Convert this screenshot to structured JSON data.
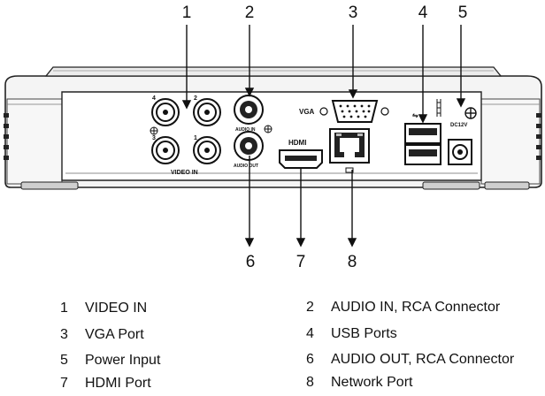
{
  "callouts": [
    {
      "num": "1"
    },
    {
      "num": "2"
    },
    {
      "num": "3"
    },
    {
      "num": "4"
    },
    {
      "num": "5"
    },
    {
      "num": "6"
    },
    {
      "num": "7"
    },
    {
      "num": "8"
    }
  ],
  "panel_labels": {
    "video_in": "VIDEO IN",
    "audio_in": "AUDIO IN",
    "audio_out": "AUDIO OUT",
    "vga": "VGA",
    "hdmi": "HDMI",
    "dc": "DC12V",
    "bnc_1": "1",
    "bnc_2": "2",
    "bnc_3": "3",
    "bnc_4": "4"
  },
  "legend": [
    {
      "num": "1",
      "text": "VIDEO IN"
    },
    {
      "num": "2",
      "text": "AUDIO IN, RCA Connector"
    },
    {
      "num": "3",
      "text": "VGA Port"
    },
    {
      "num": "4",
      "text": "USB Ports"
    },
    {
      "num": "5",
      "text": "Power Input"
    },
    {
      "num": "6",
      "text": "AUDIO OUT, RCA Connector"
    },
    {
      "num": "7",
      "text": "HDMI Port"
    },
    {
      "num": "8",
      "text": "Network Port"
    }
  ]
}
